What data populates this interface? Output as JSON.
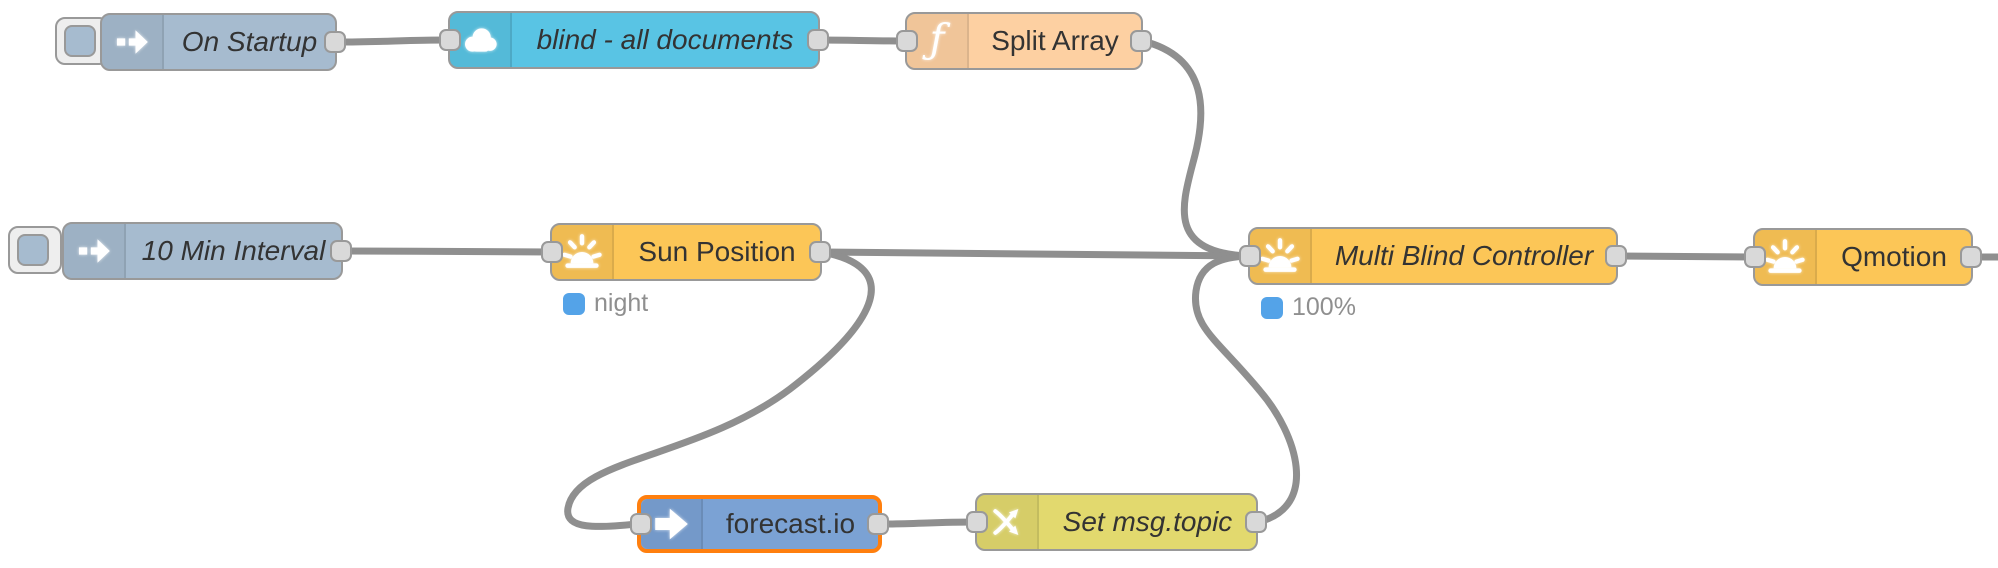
{
  "app": {
    "name": "Node-RED flow editor canvas",
    "canvas_background": "#ffffff"
  },
  "colors": {
    "wire": "#8f8f8f",
    "node_border": "#999999",
    "port_fill": "#d9d9d9",
    "selection": "#ff7f0e",
    "label_text": "#333333",
    "status_text": "#8f8f8f",
    "status_blue": "#54a3e8",
    "inject_grey_blue": "#a6bbcf",
    "cloudant_blue": "#59c4e4",
    "function_orange": "#fdd0a2",
    "sun_yellow": "#fcc657",
    "change_green": "#e2d96e",
    "forecast_blue": "#7ba2d4"
  },
  "nodes": {
    "on_startup": {
      "label": "On Startup",
      "color": "#a6bbcf",
      "icon": "inject-arrow-icon",
      "has_button": true
    },
    "blind_all_documents": {
      "label": "blind - all documents",
      "color": "#59c4e4",
      "icon": "cloud-icon"
    },
    "split_array": {
      "label": "Split Array",
      "color": "#fdd0a2",
      "icon": "function-icon"
    },
    "ten_min_interval": {
      "label": "10 Min Interval",
      "color": "#a6bbcf",
      "icon": "inject-arrow-icon",
      "has_button": true
    },
    "sun_position": {
      "label": "Sun Position",
      "color": "#fcc657",
      "icon": "sunrise-icon",
      "status_text": "night",
      "status_color": "#54a3e8"
    },
    "multi_blind_controller": {
      "label": "Multi Blind Controller",
      "color": "#fcc657",
      "icon": "sunrise-icon",
      "status_text": "100%",
      "status_color": "#54a3e8"
    },
    "qmotion": {
      "label": "Qmotion",
      "color": "#fcc657",
      "icon": "sunrise-icon"
    },
    "forecast_io": {
      "label": "forecast.io",
      "color": "#7ba2d4",
      "icon": "arrow-right-icon",
      "selected": true,
      "selection_color": "#ff7f0e"
    },
    "set_msg_topic": {
      "label": "Set msg.topic",
      "color": "#e2d96e",
      "icon": "shuffle-icon"
    }
  }
}
